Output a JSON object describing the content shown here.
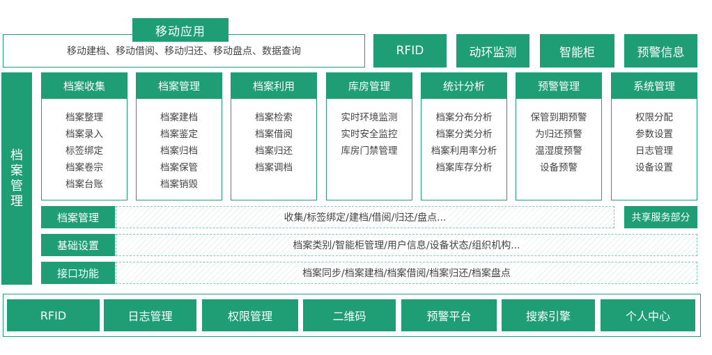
{
  "mobile": {
    "tab": "移动应用",
    "description": "移动建档、移动借阅、移动归还、移动盘点、数据查询"
  },
  "top_buttons": [
    "RFID",
    "动环监测",
    "智能柜",
    "预警信息"
  ],
  "side_label": "档案管理",
  "modules": [
    {
      "title": "档案收集",
      "items": [
        "档案整理",
        "档案录入",
        "标签绑定",
        "档案卷宗",
        "档案台账"
      ]
    },
    {
      "title": "档案管理",
      "items": [
        "档案建档",
        "档案鉴定",
        "档案归档",
        "档案保管",
        "档案销毁"
      ]
    },
    {
      "title": "档案利用",
      "items": [
        "档案检索",
        "档案借阅",
        "档案归还",
        "档案调档"
      ]
    },
    {
      "title": "库房管理",
      "items": [
        "实时环境监测",
        "实时安全监控",
        "库房门禁管理"
      ]
    },
    {
      "title": "统计分析",
      "items": [
        "档案分布分析",
        "档案分类分析",
        "档案利用率分析",
        "档案库存分析"
      ]
    },
    {
      "title": "预警管理",
      "items": [
        "保管到期预警",
        "为归还预警",
        "温湿度预警",
        "设备预警"
      ]
    },
    {
      "title": "系统管理",
      "items": [
        "权限分配",
        "参数设置",
        "日志管理",
        "设备设置"
      ]
    }
  ],
  "bands": [
    {
      "label": "档案管理",
      "content": "收集/标签绑定/建档/借阅/归还/盘点..."
    },
    {
      "label": "基础设置",
      "content": "档案类别/智能柜管理/用户信息/设备状态/组织机构..."
    },
    {
      "label": "接口功能",
      "content": "档案同步/档案建档/档案借阅/档案归还/档案盘点"
    }
  ],
  "shared_service": "共享服务部分",
  "bottom_buttons": [
    "RFID",
    "日志管理",
    "权限管理",
    "二维码",
    "预警平台",
    "搜索引擎",
    "个人中心"
  ],
  "colors": {
    "primary": "#1f9e76",
    "border_light": "#7cc9b1",
    "band_stripe": "#e3f3ed"
  }
}
